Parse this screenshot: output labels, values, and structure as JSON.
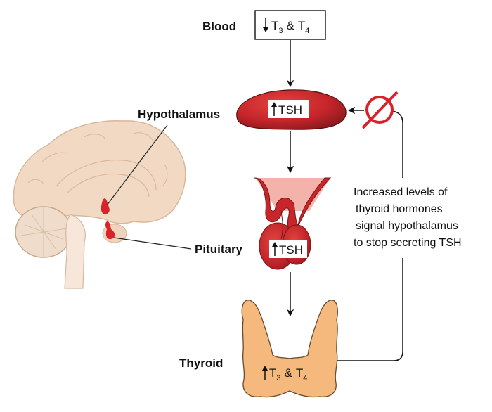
{
  "labels": {
    "blood": "Blood",
    "hypothalamus": "Hypothalamus",
    "pituitary": "Pituitary",
    "thyroid": "Thyroid"
  },
  "blood_box": {
    "arrow": "down",
    "t3": "T",
    "t3_sub": "3",
    "amp": "&",
    "t4": "T",
    "t4_sub": "4"
  },
  "hypothalamus_box": {
    "arrow": "up",
    "text": "TSH"
  },
  "pituitary_box": {
    "arrow": "up",
    "text": "TSH"
  },
  "thyroid_box": {
    "arrow": "up",
    "t3": "T",
    "t3_sub": "3",
    "amp": "&",
    "t4": "T",
    "t4_sub": "4"
  },
  "feedback_note": {
    "lines": [
      "Increased levels  of",
      "thyroid hormones",
      "signal hypothalamus",
      "to stop secreting TSH"
    ]
  },
  "icons": {
    "inhibit": "null-sign-icon"
  },
  "colors": {
    "gland_red": "#c8262b",
    "gland_dark": "#8e1a1e",
    "thyroid_fill": "#f6b97d",
    "brain_fill": "#f2d9c4",
    "inhibit_red": "#d8232a",
    "line": "#111111"
  }
}
